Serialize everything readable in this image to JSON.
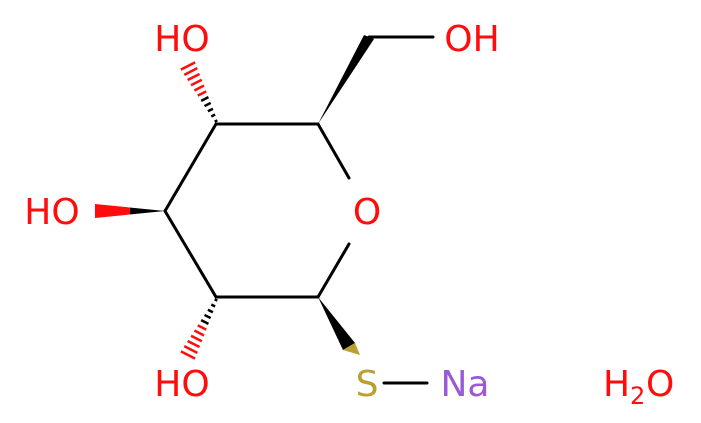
{
  "molecule": {
    "atoms": {
      "oh_top": "HO",
      "oh_ch2": "OH",
      "oh_left": "HO",
      "ring_o": "O",
      "oh_bottom": "HO",
      "sulfur": "S",
      "sodium": "Na"
    },
    "water": {
      "h": "H",
      "subscript": "2",
      "o": "O"
    }
  },
  "colors": {
    "bond": "#000000",
    "oxygen": "#ff0d0d",
    "sulfur": "#b8a131",
    "sodium": "#9a5ad6"
  }
}
